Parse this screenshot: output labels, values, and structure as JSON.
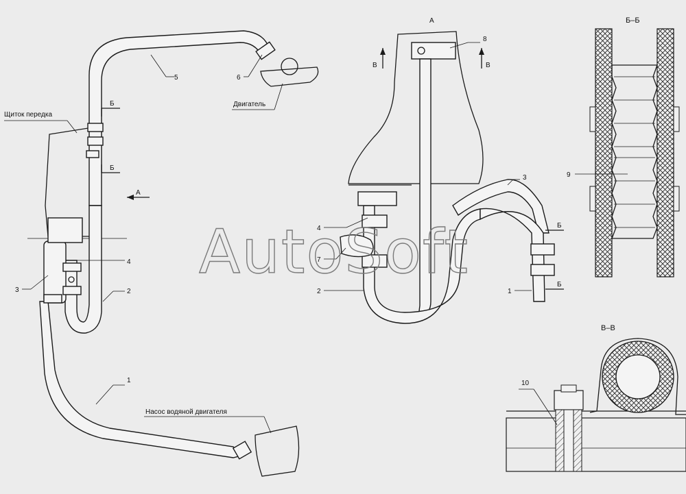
{
  "labels": {
    "shield": "Щиток передка",
    "engine": "Двигатель",
    "pump": "Насос водяной двигателя",
    "view_a_title": "А",
    "view_a_arrow": "А",
    "section_bb": "Б–Б",
    "section_vv": "В–В",
    "cut_b": "Б",
    "cut_v": "В"
  },
  "callouts": {
    "c1": "1",
    "c2": "2",
    "c3": "3",
    "c4": "4",
    "c5": "5",
    "c6": "6",
    "c7": "7",
    "c8": "8",
    "c9": "9",
    "c10": "10"
  },
  "watermark": "AutoSoft",
  "colors": {
    "background": "#ececec",
    "ink": "#1a1a1a",
    "watermark": "#7a7a7a"
  }
}
